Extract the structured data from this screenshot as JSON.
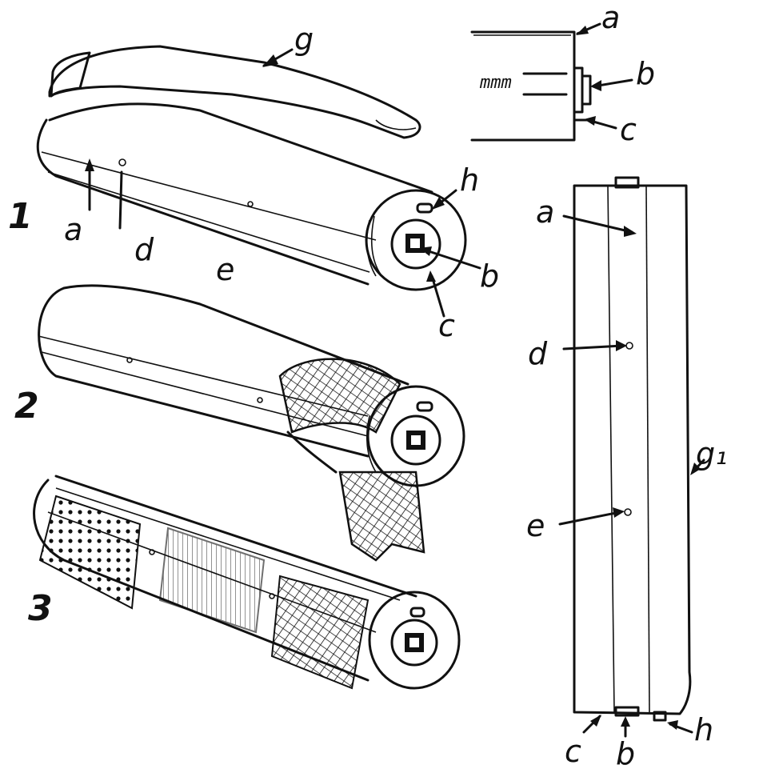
{
  "figures": {
    "fig1": "1",
    "fig2": "2",
    "fig3": "3"
  },
  "labels": {
    "fig1_g": "g",
    "fig1_a": "a",
    "fig1_d": "d",
    "fig1_e": "e",
    "fig1_h": "h",
    "fig1_b": "b",
    "fig1_c": "c",
    "detail_a": "a",
    "detail_b": "b",
    "detail_c": "c",
    "side_a": "a",
    "side_d": "d",
    "side_e": "e",
    "side_g": "g₁",
    "side_c": "c",
    "side_b": "b",
    "side_h": "h"
  },
  "detail_text": "mmm",
  "colors": {
    "ink": "#111111",
    "paper": "#ffffff"
  }
}
